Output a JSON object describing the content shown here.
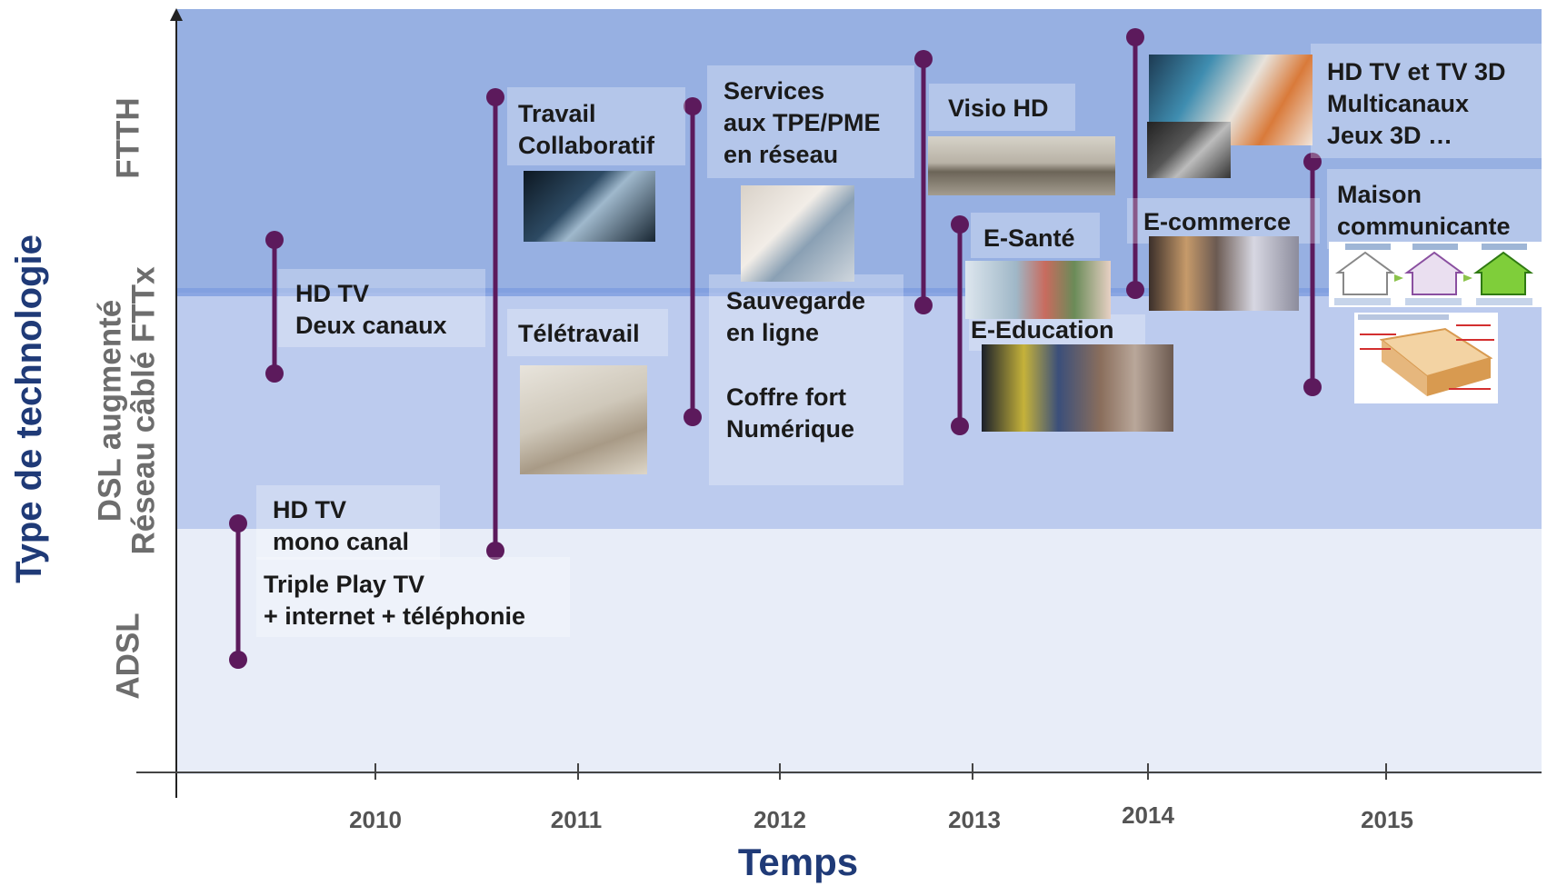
{
  "axes": {
    "y_title": "Type de technologie",
    "x_title": "Temps",
    "tiers": [
      {
        "lines": [
          "FTTH"
        ]
      },
      {
        "lines": [
          "DSL augmenté",
          "Réseau câblé FTTx"
        ]
      },
      {
        "lines": [
          "ADSL"
        ]
      }
    ],
    "years": [
      "2010",
      "2011",
      "2012",
      "2013",
      "2014",
      "2015"
    ]
  },
  "services": [
    {
      "id": "hd-mono",
      "lines": [
        "HD TV",
        "mono canal"
      ]
    },
    {
      "id": "triple-play",
      "lines": [
        "Triple Play TV",
        "+ internet + téléphonie"
      ]
    },
    {
      "id": "hd-deux",
      "lines": [
        "HD TV",
        "Deux canaux"
      ]
    },
    {
      "id": "travail",
      "lines": [
        "Travail",
        "Collaboratif"
      ]
    },
    {
      "id": "teletravail",
      "lines": [
        "Télétravail"
      ]
    },
    {
      "id": "services-tpe",
      "lines": [
        "Services",
        "aux TPE/PME",
        "en réseau"
      ]
    },
    {
      "id": "sauvegarde",
      "lines": [
        "Sauvegarde",
        "en ligne"
      ]
    },
    {
      "id": "coffre",
      "lines": [
        "Coffre fort",
        "Numérique"
      ]
    },
    {
      "id": "visio",
      "lines": [
        "Visio HD"
      ]
    },
    {
      "id": "esante",
      "lines": [
        "E-Santé"
      ]
    },
    {
      "id": "eeducation",
      "lines": [
        "E-Education"
      ]
    },
    {
      "id": "ecommerce",
      "lines": [
        "E-commerce"
      ]
    },
    {
      "id": "hd3d",
      "lines": [
        "HD TV  et TV 3D",
        "Multicanaux",
        "Jeux 3D …"
      ]
    },
    {
      "id": "maison",
      "lines": [
        "Maison",
        "communicante"
      ]
    }
  ],
  "colors": {
    "ftth_band": "#97b0e2",
    "dsl_band": "#bccbee",
    "adsl_band": "#e8edf8",
    "timeline_bar": "#5c1a5c",
    "axis_title": "#1f3a77",
    "tier_label": "#6d6d6d"
  }
}
